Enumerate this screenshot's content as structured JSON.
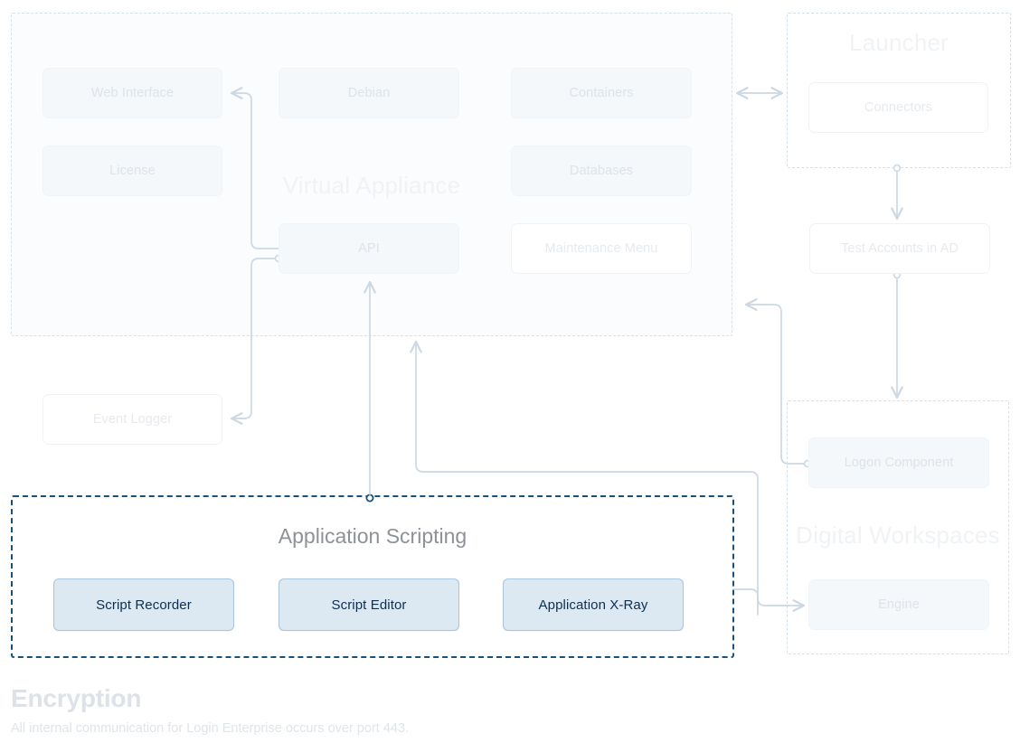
{
  "groups": {
    "virtual_appliance": {
      "title": "Virtual Appliance"
    },
    "launcher": {
      "title": "Launcher"
    },
    "digital_workspaces": {
      "title": "Digital Workspaces"
    },
    "application_scripting": {
      "title": "Application Scripting"
    }
  },
  "nodes": {
    "web_interface": "Web Interface",
    "license": "License",
    "debian": "Debian",
    "api": "API",
    "containers": "Containers",
    "databases": "Databases",
    "maintenance_menu": "Maintenance Menu",
    "event_logger": "Event Logger",
    "connectors": "Connectors",
    "test_accounts": "Test Accounts in AD",
    "logon_component": "Logon Component",
    "engine": "Engine",
    "script_recorder": "Script Recorder",
    "script_editor": "Script Editor",
    "application_xray": "Application X-Ray"
  },
  "footer": {
    "title": "Encryption",
    "subtitle": "All internal communication for Login Enterprise occurs over port 443."
  },
  "colors": {
    "panel_border": "#d5e1ea",
    "panel_fill": "#fafcfe",
    "node_fill": "#f4f8fb",
    "node_text": "#dde3e8",
    "accent_border": "#17527d",
    "primary_fill": "#dce8f2",
    "primary_border": "#a9c6dc",
    "primary_text": "#0d2f52",
    "wire": "#ccd8e2",
    "footer_title": "#dde2e8"
  }
}
